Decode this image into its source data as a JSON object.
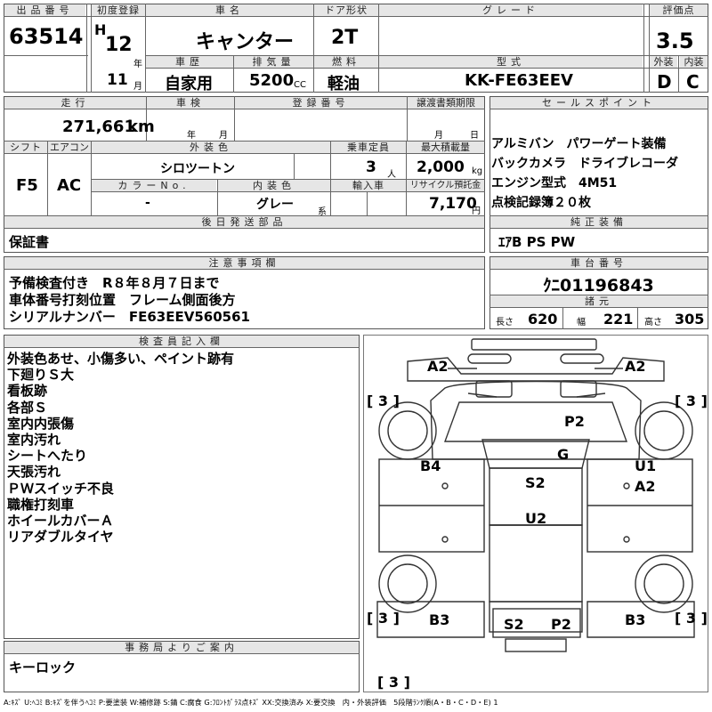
{
  "labels": {
    "lot_no": "出品番号",
    "first_reg": "初度登録",
    "car_name": "車名",
    "door": "ドア形状",
    "grade": "グレード",
    "score": "評価点",
    "exterior": "外装",
    "interior": "内装",
    "history": "車歴",
    "displacement": "排気量",
    "fuel": "燃料",
    "model_code": "型式",
    "mileage": "走行",
    "inspection": "車検",
    "reg_no": "登録番号",
    "transfer_deadline": "譲渡書類期限",
    "sales_points": "セールスポイント",
    "shift": "シフト",
    "aircon": "エアコン",
    "ext_color": "外装色",
    "capacity": "乗車定員",
    "max_load": "最大積載量",
    "color_no": "カラーNo.",
    "int_color": "内装色",
    "import": "輸入車",
    "recycle": "リサイクル預託金",
    "later_parts": "後日発送部品",
    "equipment": "純正装備",
    "caution": "注意事項欄",
    "chassis_no": "車台番号",
    "dimensions": "諸元",
    "inspector": "検査員記入欄",
    "office": "事務局よりご案内",
    "year_unit": "年",
    "month_unit": "月",
    "cc_unit": "CC",
    "km_unit": "km",
    "person_unit": "人",
    "kg_unit": "kg",
    "yen_unit": "円",
    "kei_unit": "系",
    "insp_year": "年",
    "insp_month": "月",
    "deadline_month": "月",
    "deadline_day": "日",
    "length": "長さ",
    "width": "幅",
    "height": "高さ"
  },
  "values": {
    "lot_no": "63514",
    "era": "H",
    "year": "12",
    "month": "11",
    "car_name": "キャンター",
    "door": "2T",
    "grade": "",
    "score": "3.5",
    "exterior": "D",
    "interior": "C",
    "history": "自家用",
    "displacement": "5200",
    "fuel": "軽油",
    "model_code": "KK-FE63EEV",
    "mileage": "271,661",
    "shift": "F5",
    "aircon": "AC",
    "ext_color": "シロツートン",
    "capacity": "3",
    "max_load": "2,000",
    "color_no": "-",
    "int_color": "グレー",
    "recycle": "7,170",
    "later_parts": "保証書",
    "equipment": "ｴｱB PS PW",
    "chassis_no": "ｸﾆ01196843",
    "length": "620",
    "width": "221",
    "height": "305"
  },
  "sales_points": [
    "アルミバン　パワーゲート装備",
    "バックカメラ　ドライブレコーダ",
    "エンジン型式　4M51",
    "点検記録簿２０枚"
  ],
  "cautions": [
    "予備検査付き　R８年８月７日まで",
    "車体番号打刻位置　フレーム側面後方",
    "シリアルナンバー　FE63EEV560561"
  ],
  "inspector_notes": [
    "外装色あせ、小傷多い、ペイント跡有",
    "下廻りＳ大",
    "看板跡",
    "各部Ｓ",
    "室内内張傷",
    "室内汚れ",
    "シートへたり",
    "天張汚れ",
    "ＰＷスイッチ不良",
    "職権打刻車",
    "ホイールカバーＡ",
    "リアダブルタイヤ"
  ],
  "office_note": "キーロック",
  "legend": "A:ｷｽﾞ U:ﾍｺﾐ B:ｷｽﾞを伴うﾍｺﾐ P:要塗装 W:補修跡 S:錆 C:腐食 G:ﾌﾛﾝﾄｶﾞﾗｽ点ｷｽﾞ XX:交換済み X:要交換　内・外装評価　5段階ﾗﾝｸ順(A・B・C・D・E) 1",
  "diagram": {
    "front_left": "A2",
    "front_right": "A2",
    "bracket_fl": "[ 3 ]",
    "bracket_fr": "[ 3 ]",
    "hood": "P2",
    "windshield": "G",
    "left_front_door": "B4",
    "right_front_door_1": "U1",
    "right_front_door_2": "A2",
    "roof_1": "S2",
    "roof_2": "U2",
    "bracket_rl": "[ 3 ]",
    "bracket_rr": "[ 3 ]",
    "rear_left": "B3",
    "rear_right": "B3",
    "rear_center_1": "S2",
    "rear_center_2": "P2",
    "bracket_bottom": "[ 3 ]"
  }
}
